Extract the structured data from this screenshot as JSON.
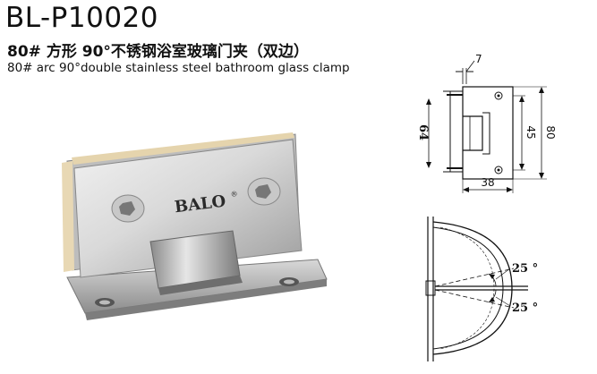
{
  "product": {
    "model": "BL-P10020",
    "title_cn": "80# 方形 90°不锈钢浴室玻璃门夹（双边）",
    "title_en": "80# arc 90°double stainless steel  bathroom glass clamp",
    "brand": "BALO",
    "brand_mark": "®"
  },
  "drawing_top": {
    "dim_thickness": "7",
    "dim_height_outer": "80",
    "dim_height_inner": "45",
    "dim_height_side": "64",
    "dim_width": "38"
  },
  "drawing_bottom": {
    "angle_upper": "25 °",
    "angle_lower": "25 °"
  }
}
